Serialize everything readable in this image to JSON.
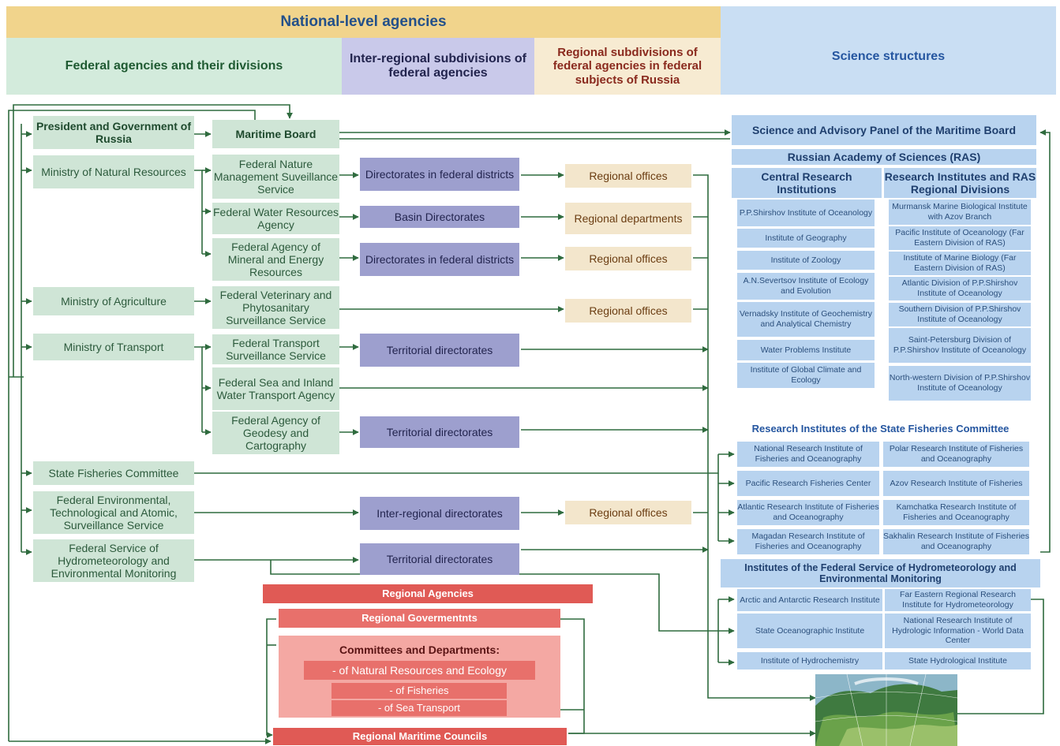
{
  "header": {
    "national": "National-level agencies",
    "federal": "Federal agencies and their divisions",
    "interregional": "Inter-regional subdivisions of federal agencies",
    "regional_sub": "Regional subdivisions of federal agencies in federal subjects of Russia",
    "science": "Science structures"
  },
  "federal": {
    "president": "President and Government of Russia",
    "maritime_board": "Maritime Board",
    "min_natural": "Ministry of Natural Resources",
    "min_agri": "Ministry of Agriculture",
    "min_transport": "Ministry of Transport",
    "fisheries": "State Fisheries Committee",
    "env_tech": "Federal Environmental, Technological and Atomic, Surveillance Service",
    "hydromet": "Federal Service of Hydrometeorology and Environmental Monitoring",
    "nature_mgmt": "Federal Nature Management Suveillance Service",
    "water": "Federal Water Resources Agency",
    "mineral": "Federal Agency of Mineral and Energy Resources",
    "vet": "Federal Veterinary and Phytosanitary Surveillance Service",
    "transport_surv": "Federal Transport Surveillance Service",
    "sea_inland": "Federal Sea and Inland Water Transport Agency",
    "geodesy": "Federal Agency of Geodesy and Cartography"
  },
  "interregional": {
    "dir1": "Directorates in federal districts",
    "basin": "Basin Directorates",
    "dir2": "Directorates in federal districts",
    "terr1": "Territorial directorates",
    "terr2": "Territorial directorates",
    "interreg": "Inter-regional directorates",
    "terr3": "Territorial directorates"
  },
  "regional": {
    "off1": "Regional offices",
    "dept": "Regional departments",
    "off2": "Regional offices",
    "off3": "Regional offices",
    "off4": "Regional offices"
  },
  "regional_agencies": {
    "title": "Regional Agencies",
    "governments": "Regional Govermentnts",
    "committees": "Committees and Departments:",
    "nat_res": "- of Natural Resources and Ecology",
    "fish": "- of Fisheries",
    "sea": "- of Sea Transport",
    "councils": "Regional Maritime Councils"
  },
  "science": {
    "panel": "Science and Advisory Panel of the Maritime Board",
    "ras": "Russian Academy of Sciences (RAS)",
    "central": "Central Research Institutions",
    "ras_div": "Research Institutes and RAS Regional Divisions",
    "c1": "P.P.Shirshov Institute of Oceanology",
    "c2": "Institute of Geography",
    "c3": "Institute of Zoology",
    "c4": "A.N.Severtsov Institute of Ecology and Evolution",
    "c5": "Vernadsky Institute of Geochemistry and Analytical Chemistry",
    "c6": "Water Problems Institute",
    "c7": "Institute of Global Climate and Ecology",
    "d1": "Murmansk Marine Biological Institute with Azov Branch",
    "d2": "Pacific Institute of Oceanology (Far Eastern Division of RAS)",
    "d3": "Institute of Marine Biology (Far Eastern Division of RAS)",
    "d4": "Atlantic Division of P.P.Shirshov Institute of Oceanology",
    "d5": "Southern Division of P.P.Shirshov Institute of Oceanology",
    "d6": "Saint-Petersburg Division of P.P.Shirshov Institute of Oceanology",
    "d7": "North-western Division of P.P.Shirshov Institute of Oceanology",
    "fish_title": "Research Institutes of the State Fisheries Committee",
    "f1": "National Research Institute of Fisheries and Oceanography",
    "f2": "Polar Research Institute of Fisheries and Oceanography",
    "f3": "Pacific Research Fisheries Center",
    "f4": "Azov Research Institute of Fisheries",
    "f5": "Atlantic Research Institute of Fisheries and Oceanography",
    "f6": "Kamchatka Research Institute of Fisheries and Oceanography",
    "f7": "Magadan Research Institute of Fisheries and Oceanography",
    "f8": "Sakhalin Research Institute of Fisheries and Oceanography",
    "hydro_title": "Institutes of the Federal Service of Hydrometeorology and Environmental Monitoring",
    "h1": "Arctic and Antarctic Research Institute",
    "h2": "Far Eastern Regional Research Institute for Hydrometeorology",
    "h3": "State Oceanographic Institute",
    "h4": "National Research Institute of Hydrologic Information - World Data Center",
    "h5": "Institute of Hydrochemistry",
    "h6": "State Hydrological Institute"
  },
  "map": {
    "icon": "russia-map-icon"
  },
  "colors": {
    "national_band": "#f1d48c",
    "federal_band": "#d3ebdc",
    "inter_band": "#c9c9ea",
    "regional_band": "#f7ebd2",
    "science_band": "#c9def3",
    "connector": "#2f6b3e",
    "regional_agency": "#e05a55",
    "committee": "#f4a8a3"
  }
}
